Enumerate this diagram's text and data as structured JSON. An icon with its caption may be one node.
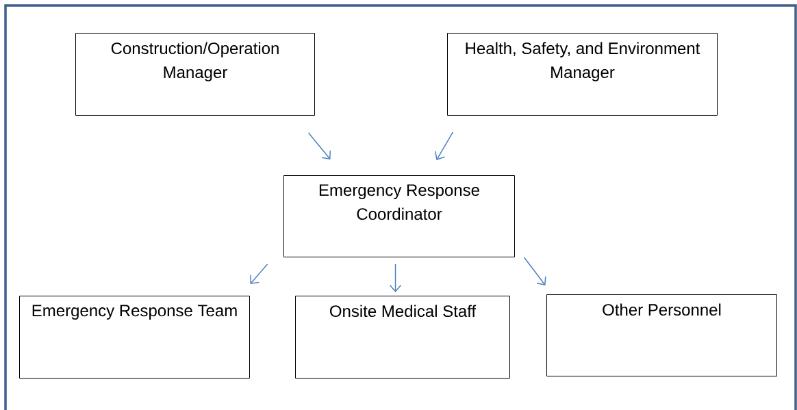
{
  "diagram": {
    "nodes": [
      {
        "text": [
          "Construction/Operation Manager"
        ]
      },
      {
        "text": [
          "Health, Safety, and Environment Manager"
        ]
      },
      {
        "text": [
          "Emergency Response Coordinator"
        ]
      },
      {
        "text": [
          "Emergency Response Team"
        ]
      },
      {
        "text": [
          "Onsite Medical Staff"
        ]
      },
      {
        "text": [
          "Other Personnel"
        ]
      }
    ],
    "edges": [
      {
        "from": 0,
        "to": 2,
        "arrow": "to"
      },
      {
        "from": 1,
        "to": 2,
        "arrow": "to"
      },
      {
        "from": 2,
        "to": 3,
        "arrow": "to"
      },
      {
        "from": 2,
        "to": 4,
        "arrow": "to"
      },
      {
        "from": 2,
        "to": 5,
        "arrow": "to"
      }
    ]
  }
}
